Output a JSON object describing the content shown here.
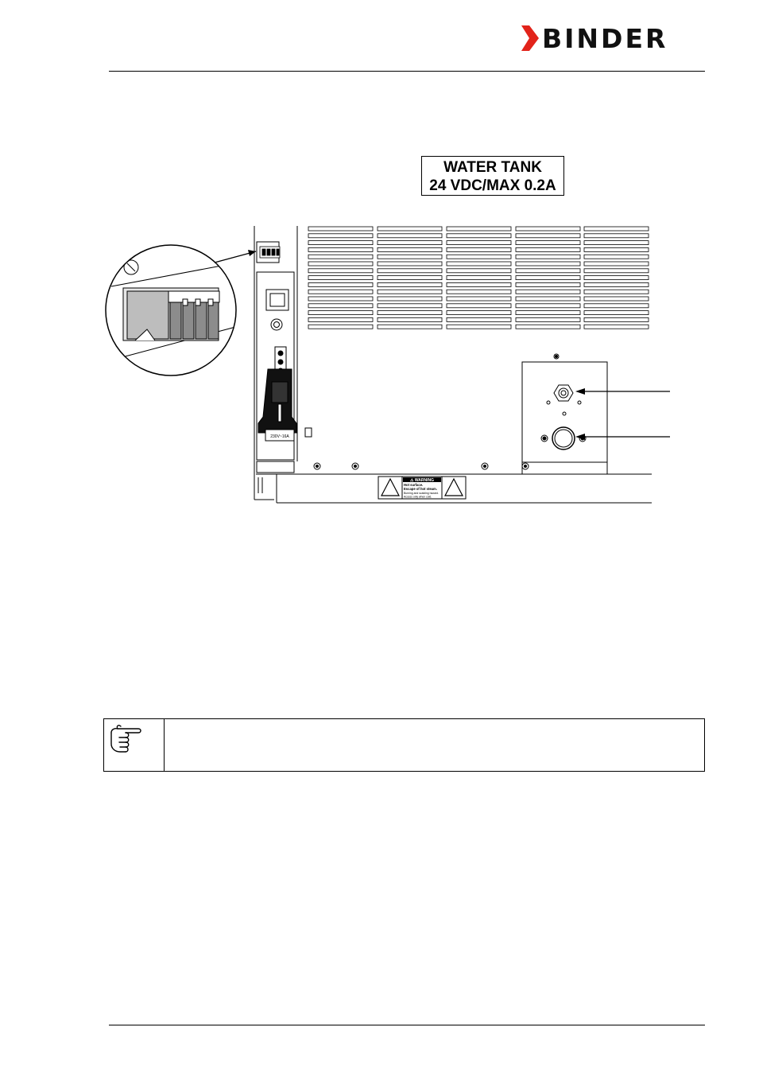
{
  "header": {
    "brand": "BINDER",
    "logo_colors": {
      "arrow": "#e2231a",
      "text": "#111111"
    }
  },
  "figure": {
    "tank_label_line1": "WATER TANK",
    "tank_label_line2": "24 VDC/MAX 0.2A",
    "plug_rating": "230V~16A",
    "warning_title": "⚠ WARNING",
    "warning_line1": "Hot surface.",
    "warning_line2": "Escape of hot steam.",
    "warning_line3": "Burning and scalding hazard.",
    "warning_line4": "Access only when cold."
  },
  "note": {
    "icon": "pointing-hand-icon"
  }
}
